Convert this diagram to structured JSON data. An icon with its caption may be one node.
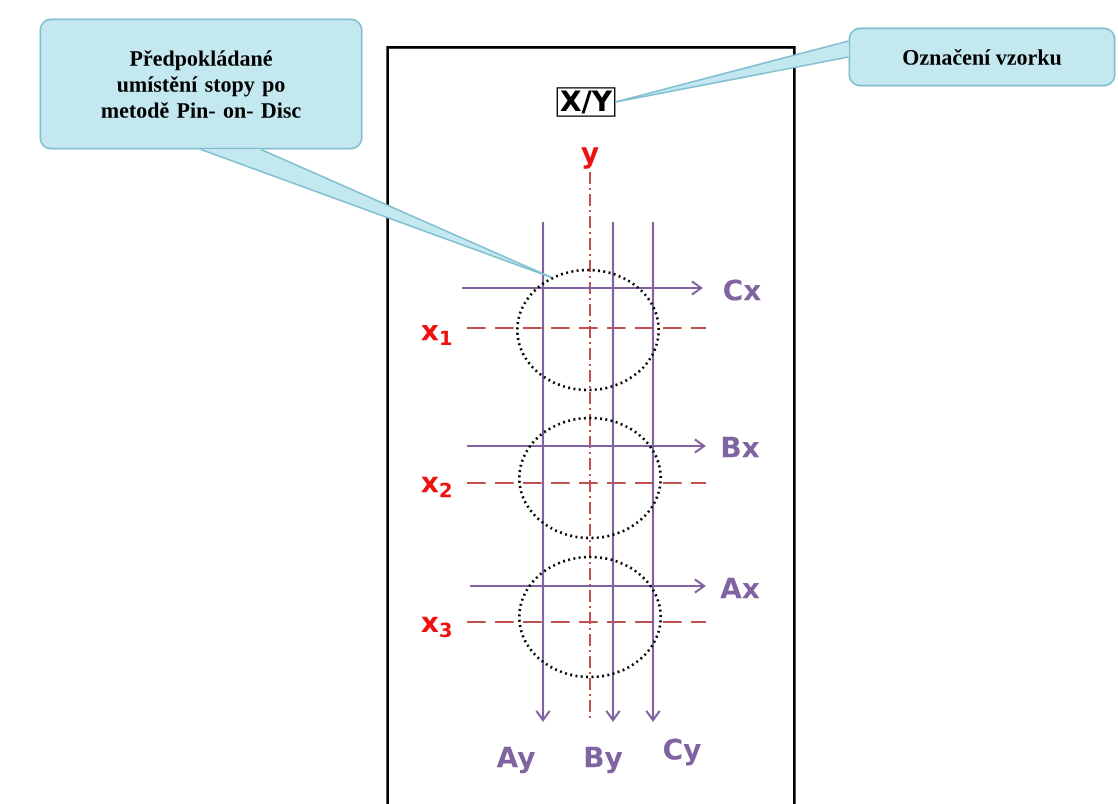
{
  "diagram": {
    "nodes": [
      {
        "text": [
          "Předpokládané umístění stopy po metodě Pin- on- Disc"
        ]
      },
      {
        "text": [
          "Označení vzorku"
        ]
      },
      {
        "text": [],
        "shape": "box"
      },
      {
        "text": [
          "X/Y"
        ],
        "in": 2
      },
      {
        "text": [],
        "shape": "circle",
        "in": 2
      },
      {
        "text": [],
        "shape": "circle",
        "in": 2
      },
      {
        "text": [],
        "shape": "circle",
        "in": 2
      }
    ],
    "edges": [
      {
        "from": 0,
        "to": 4,
        "arrow": "none"
      },
      {
        "from": 1,
        "to": 3,
        "arrow": "none"
      }
    ],
    "labels": [
      "y",
      "Cx",
      "x$_{1}$",
      "Bx",
      "x$_{2}$",
      "Ax",
      "x$_{3}$",
      "Ay",
      "By",
      "Cy"
    ]
  }
}
